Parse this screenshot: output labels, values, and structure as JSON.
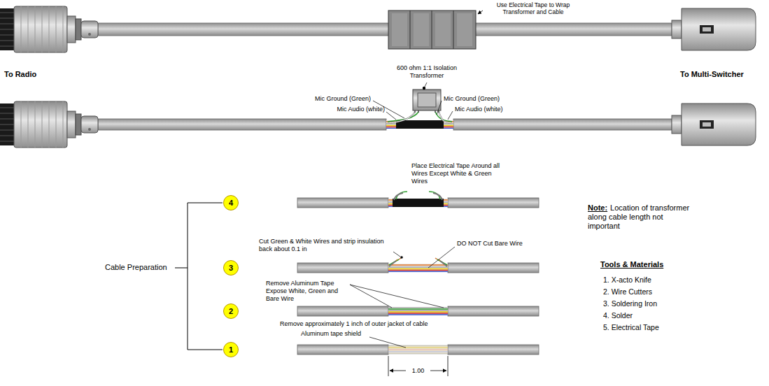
{
  "diagram": {
    "nodes": [
      {
        "text": [
          "4"
        ]
      },
      {
        "text": [
          "3"
        ]
      },
      {
        "text": [
          "2"
        ]
      },
      {
        "text": [
          "1"
        ]
      }
    ],
    "labels": [
      "Use Electrical Tape to Wrap Transformer and Cable",
      "600 ohm 1:1 Isolation Transformer",
      "To Radio",
      "To Multi-Switcher",
      "Mic Ground (Green)",
      "Mic Ground (Green)",
      "Mic Audio (white)",
      "Mic Audio (white)",
      "Place Electrical Tape Around all Wires Except White & Green Wires",
      "Note:",
      "Location of transformer along cable length not important",
      "Cut Green & White Wires and strip insulation back about 0.1 in",
      "DO NOT Cut Bare Wire",
      "Cable Preparation",
      "Tools & Materials",
      "1. X-acto Knife",
      "2. Wire Cutters",
      "3. Soldering Iron",
      "4. Solder",
      "5. Electrical Tape",
      "Remove Aluminum Tape Expose White, Green and Bare Wire",
      "Remove approximately 1 inch of outer jacket of cable",
      "Aluminum tape shield",
      "1.00"
    ]
  }
}
